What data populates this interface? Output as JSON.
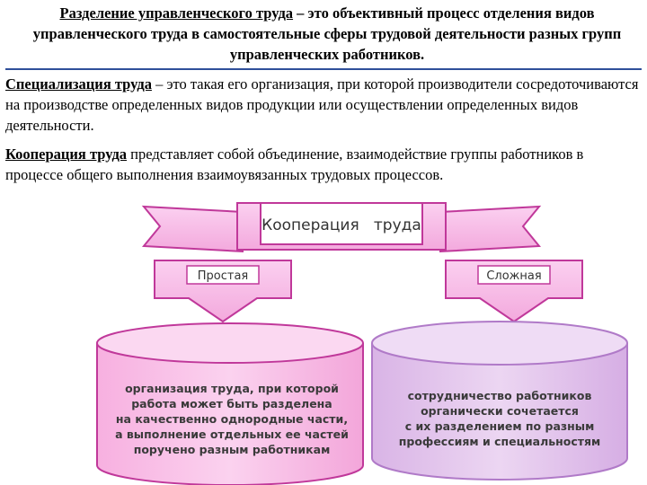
{
  "heading": {
    "term": "Разделение управленческого труда",
    "rest": " – это объективный процесс отделения видов управленческого труда в самостоятельные сферы трудовой деятельности разных групп управленческих работников."
  },
  "specialization": {
    "term": "Специализация труда",
    "rest": " – это такая его организация, при которой производители сосредоточиваются на производстве определенных видов продукции или осуществлении определенных видов деятельности."
  },
  "cooperation": {
    "term": "Кооперация труда",
    "rest": " представляет собой объединение, взаимодействие группы работников в процессе общего выполнения взаимоувязанных трудовых процессов."
  },
  "diagram": {
    "banner": "Кооперация   труда",
    "left_arrow": "Простая",
    "right_arrow": "Сложная",
    "left_cylinder": [
      "организация труда, при которой",
      "работа может быть разделена",
      "на качественно однородные части,",
      "а выполнение отдельных ее частей",
      "поручено разным работникам"
    ],
    "right_cylinder": [
      "сотрудничество работников",
      "органически сочетается",
      "с их разделением по разным",
      "профессиям  и специальностям"
    ]
  },
  "colors": {
    "pink_fill": "#f7b6e6",
    "pink_stroke": "#c0389a",
    "right_cylinder_fill": "#e2c2ec",
    "right_cylinder_stroke": "#b07ac8",
    "rule_blue": "#2f4f9a"
  }
}
